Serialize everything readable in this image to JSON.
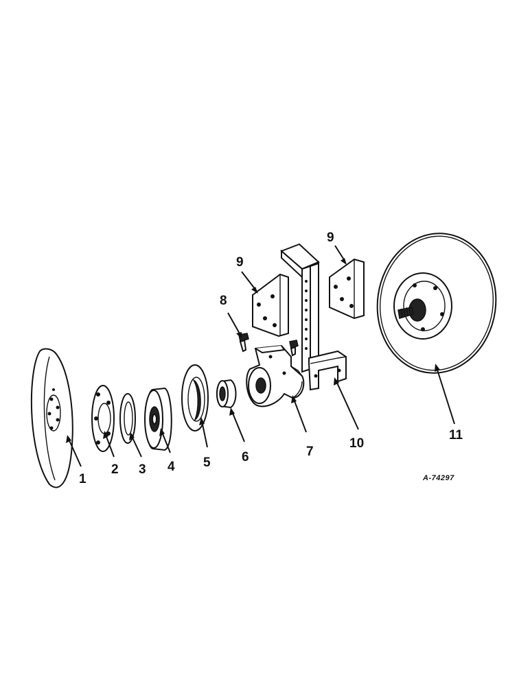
{
  "callouts": {
    "c1": "1",
    "c2": "2",
    "c3": "3",
    "c4": "4",
    "c5": "5",
    "c6": "6",
    "c7": "7",
    "c8": "8",
    "c9a": "9",
    "c9b": "9",
    "c10": "10",
    "c11": "11"
  },
  "drawing_code": "A-74297"
}
